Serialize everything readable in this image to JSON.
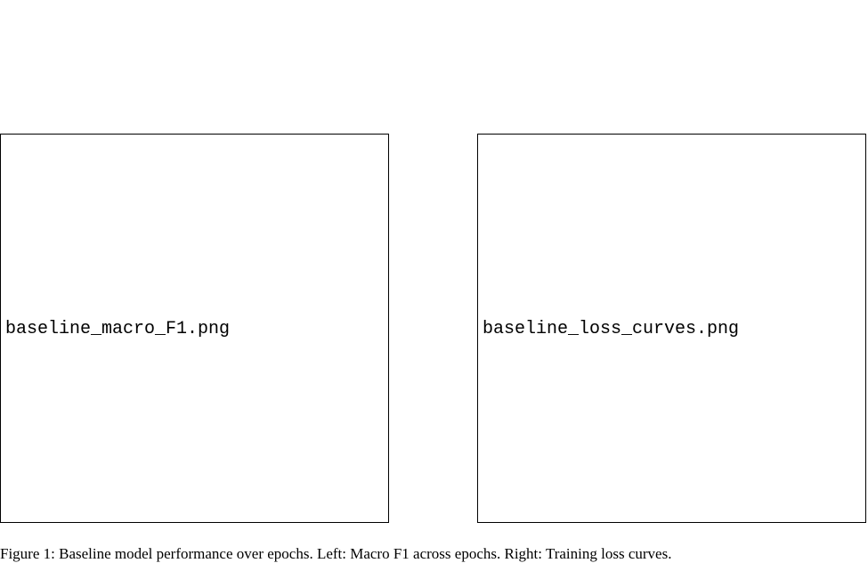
{
  "figure": {
    "panels": [
      {
        "filename": "baseline_macro_F1.png"
      },
      {
        "filename": "baseline_loss_curves.png"
      }
    ],
    "caption": "Figure 1: Baseline model performance over epochs. Left: Macro F1 across epochs. Right: Training loss curves."
  }
}
